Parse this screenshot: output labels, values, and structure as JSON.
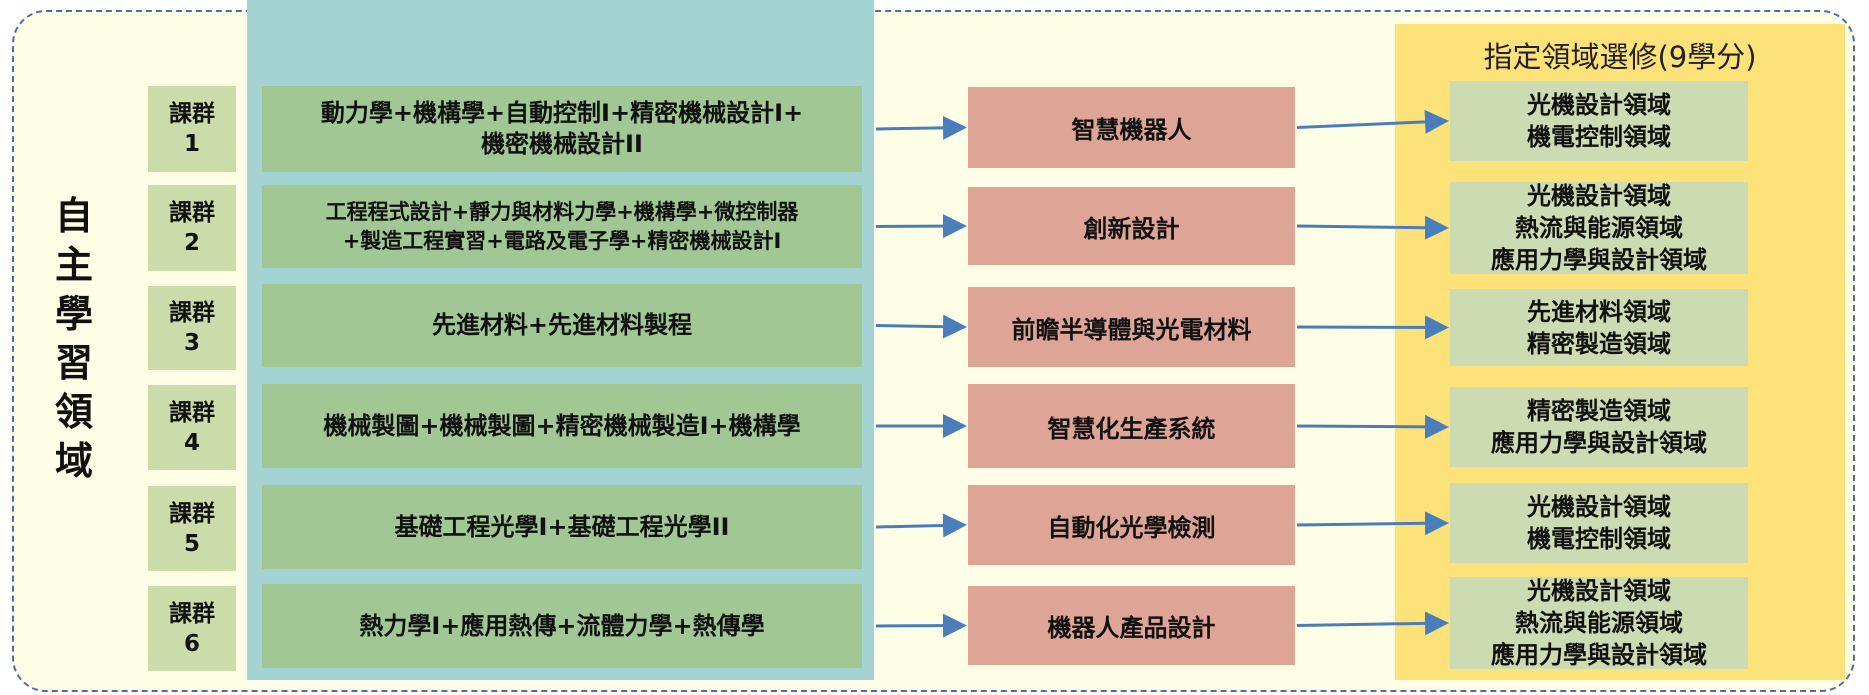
{
  "left_label": "自主學習領域",
  "elective_title": "指定領域選修(9學分)",
  "rows": [
    {
      "group": "課群\n1",
      "courses": "動力學+機構學+自動控制I+精密機械設計I+\n機密機械設計II",
      "track": "智慧機器人",
      "areas": "光機設計領域\n機電控制領域"
    },
    {
      "group": "課群\n2",
      "courses": "工程程式設計+靜力與材料力學+機構學+微控制器\n+製造工程實習+電路及電子學+精密機械設計I",
      "track": "創新設計",
      "areas": "光機設計領域\n熱流與能源領域\n應用力學與設計領域"
    },
    {
      "group": "課群\n3",
      "courses": "先進材料+先進材料製程",
      "track": "前瞻半導體與光電材料",
      "areas": "先進材料領域\n精密製造領域"
    },
    {
      "group": "課群\n4",
      "courses": "機械製圖+機械製圖+精密機械製造I+機構學",
      "track": "智慧化生產系統",
      "areas": "精密製造領域\n應用力學與設計領域"
    },
    {
      "group": "課群\n5",
      "courses": "基礎工程光學I+基礎工程光學II",
      "track": "自動化光學檢測",
      "areas": "光機設計領域\n機電控制領域"
    },
    {
      "group": "課群\n6",
      "courses": "熱力學I+應用熱傳+流體力學+熱傳學",
      "track": "機器人產品設計",
      "areas": "光機設計領域\n熱流與能源領域\n應用力學與設計領域"
    }
  ],
  "colors": {
    "arrow": "#4a7ebb",
    "course": "#a1c795",
    "track": "#dea496",
    "area": "#cddbb3",
    "elective_bg": "#fde27a",
    "panel": "#a4d3d4"
  }
}
